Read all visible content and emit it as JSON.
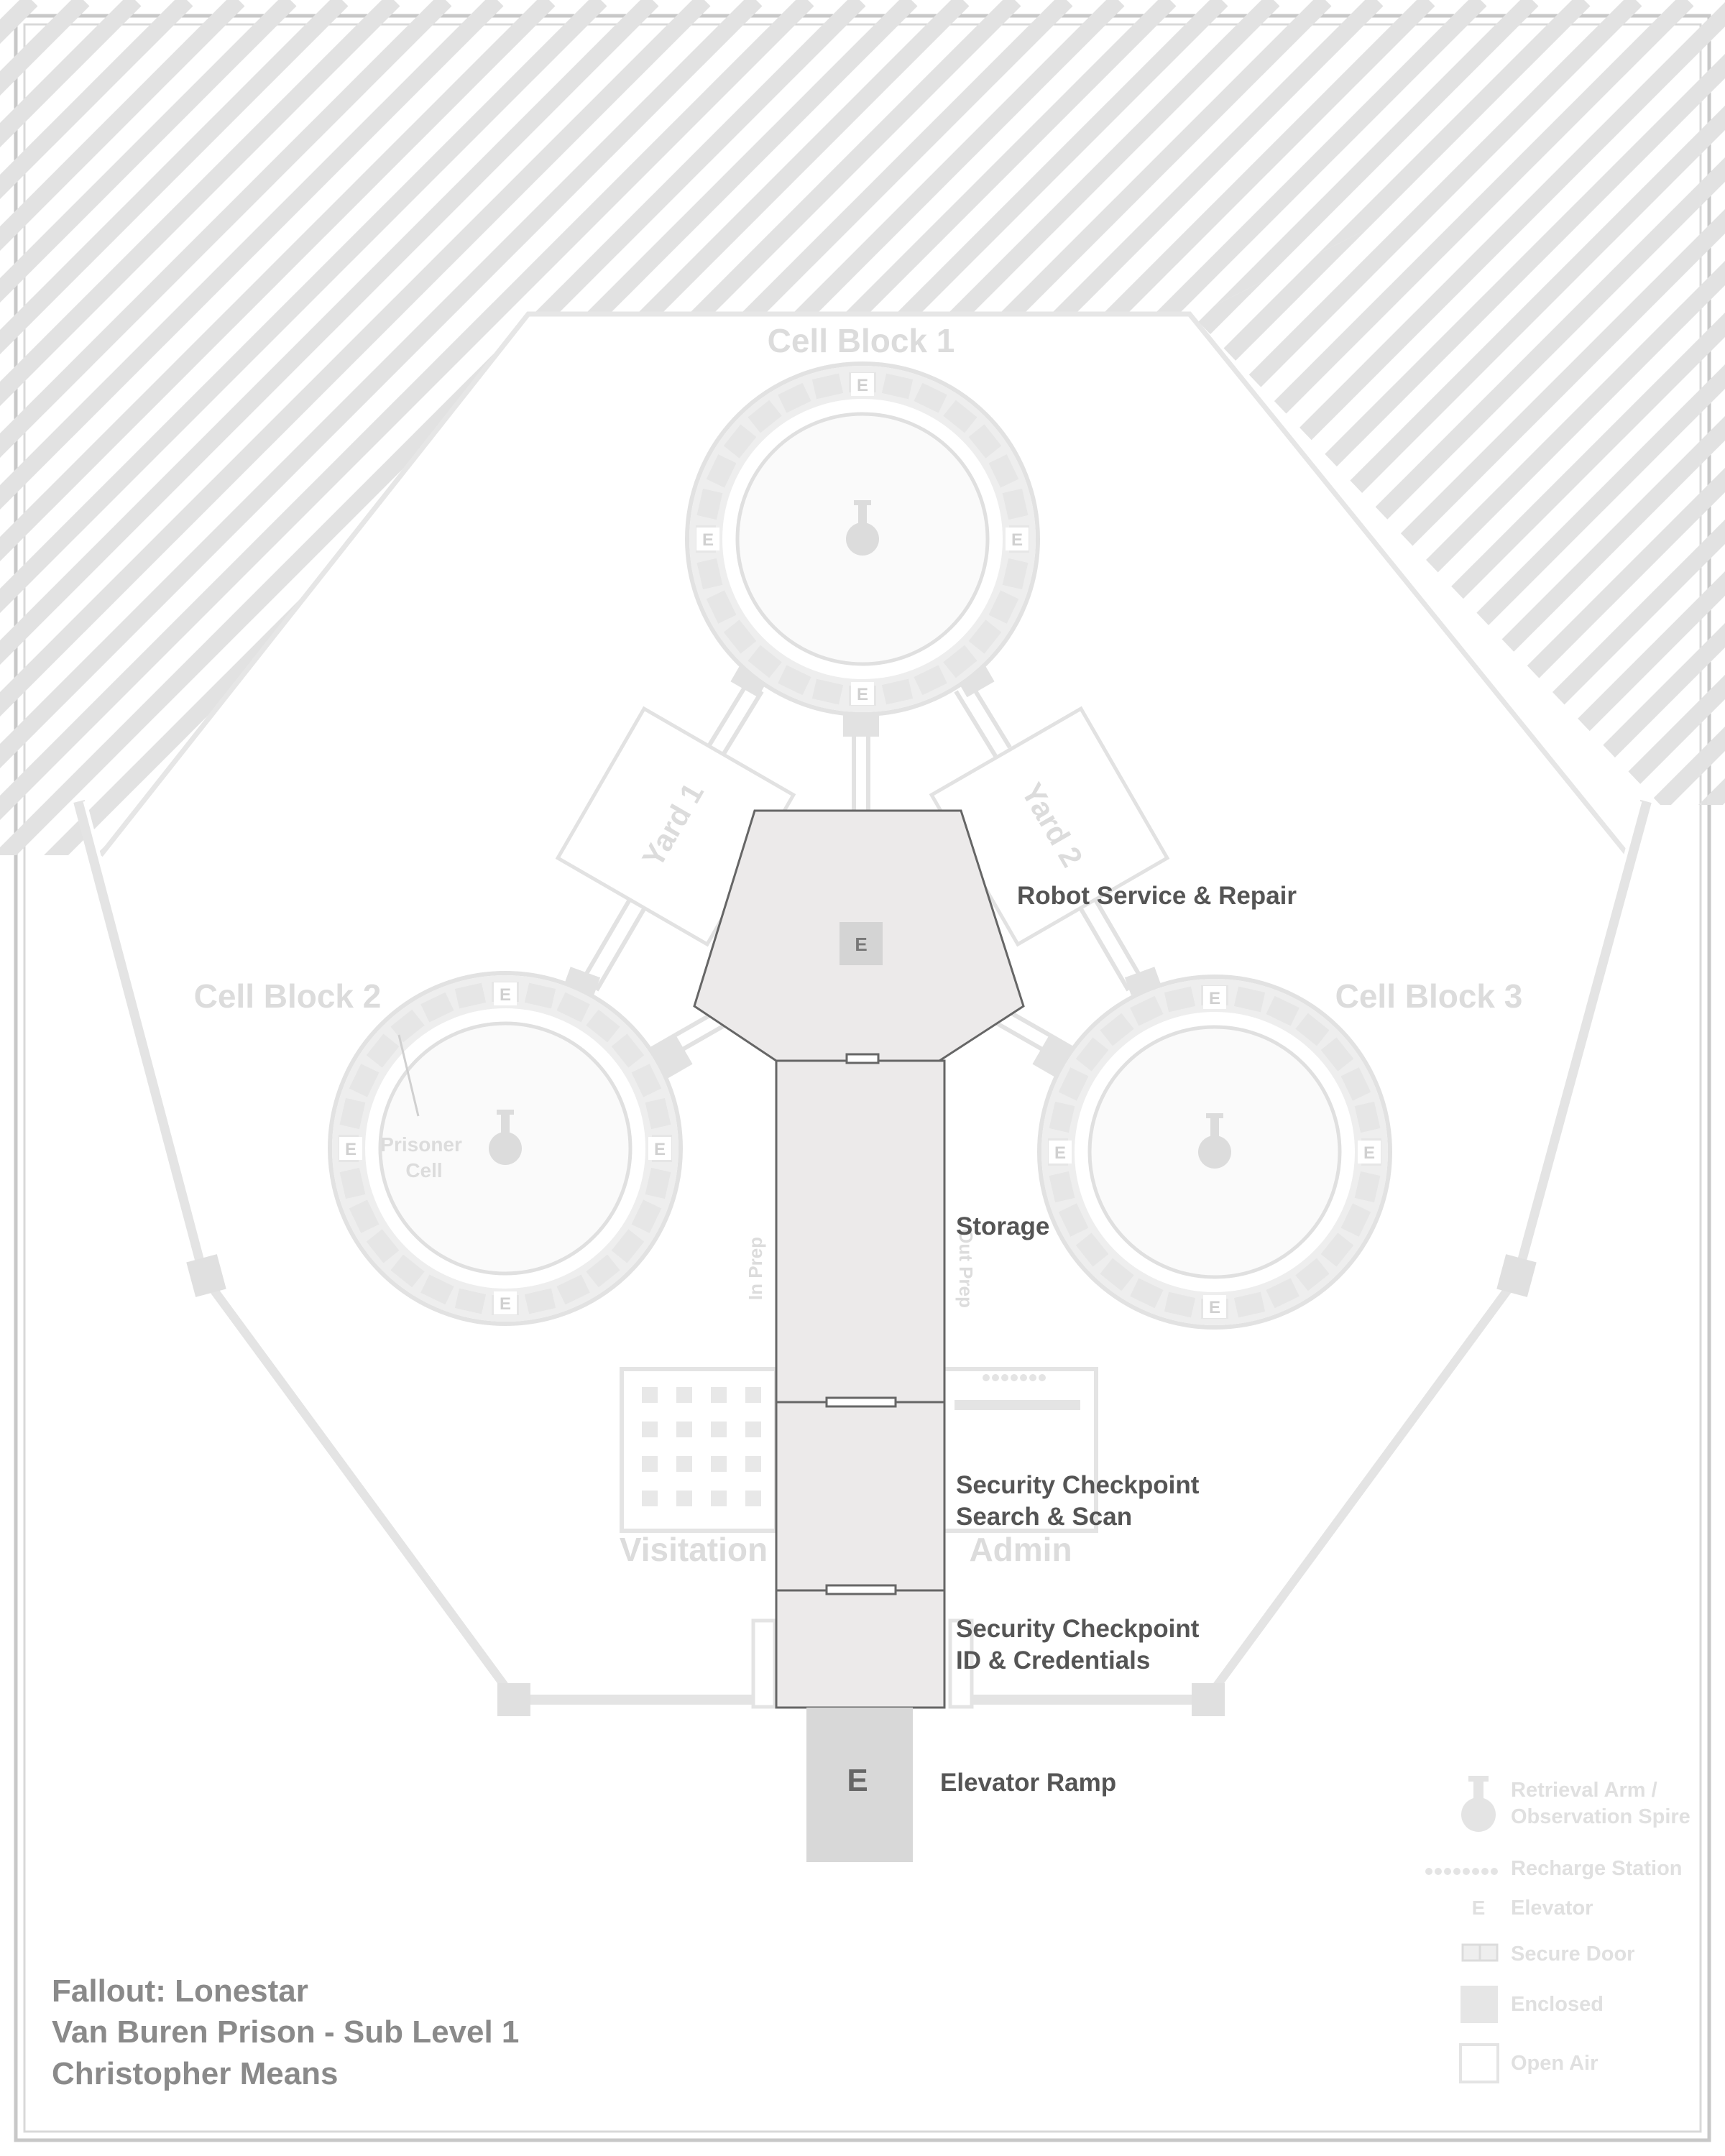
{
  "map": {
    "areas": {
      "cell_block_1": "Cell Block 1",
      "cell_block_2": "Cell Block 2",
      "cell_block_3": "Cell Block 3",
      "yard_1": "Yard 1",
      "yard_2": "Yard 2",
      "visitation": "Visitation",
      "admin": "Admin",
      "in_prep": "In Prep",
      "out_prep": "Out Prep",
      "prisoner_cell_line1": "Prisoner",
      "prisoner_cell_line2": "Cell"
    },
    "rooms": {
      "robot_service": "Robot Service & Repair",
      "storage": "Storage",
      "checkpoint_scan_line1": "Security Checkpoint",
      "checkpoint_scan_line2": "Search & Scan",
      "checkpoint_id_line1": "Security Checkpoint",
      "checkpoint_id_line2": "ID & Credentials",
      "elevator_ramp": "Elevator Ramp"
    },
    "elevator_mark": "E"
  },
  "legend": {
    "retrieval_line1": "Retrieval Arm /",
    "retrieval_line2": "Observation Spire",
    "recharge": "Recharge Station",
    "elevator_symbol": "E",
    "elevator": "Elevator",
    "secure_door": "Secure Door",
    "enclosed": "Enclosed",
    "open_air": "Open Air"
  },
  "credits": {
    "line1": "Fallout: Lonestar",
    "line2": "Van Buren Prison - Sub Level 1",
    "line3": "Christopher Means"
  },
  "colors": {
    "hatch": "#e2e2e2",
    "ghost_line": "#e4e4e4",
    "enclosed_fill": "#eceaea",
    "wall_dark": "#666666",
    "label_dark": "#555555",
    "credit_gray": "#8a8a8a"
  }
}
